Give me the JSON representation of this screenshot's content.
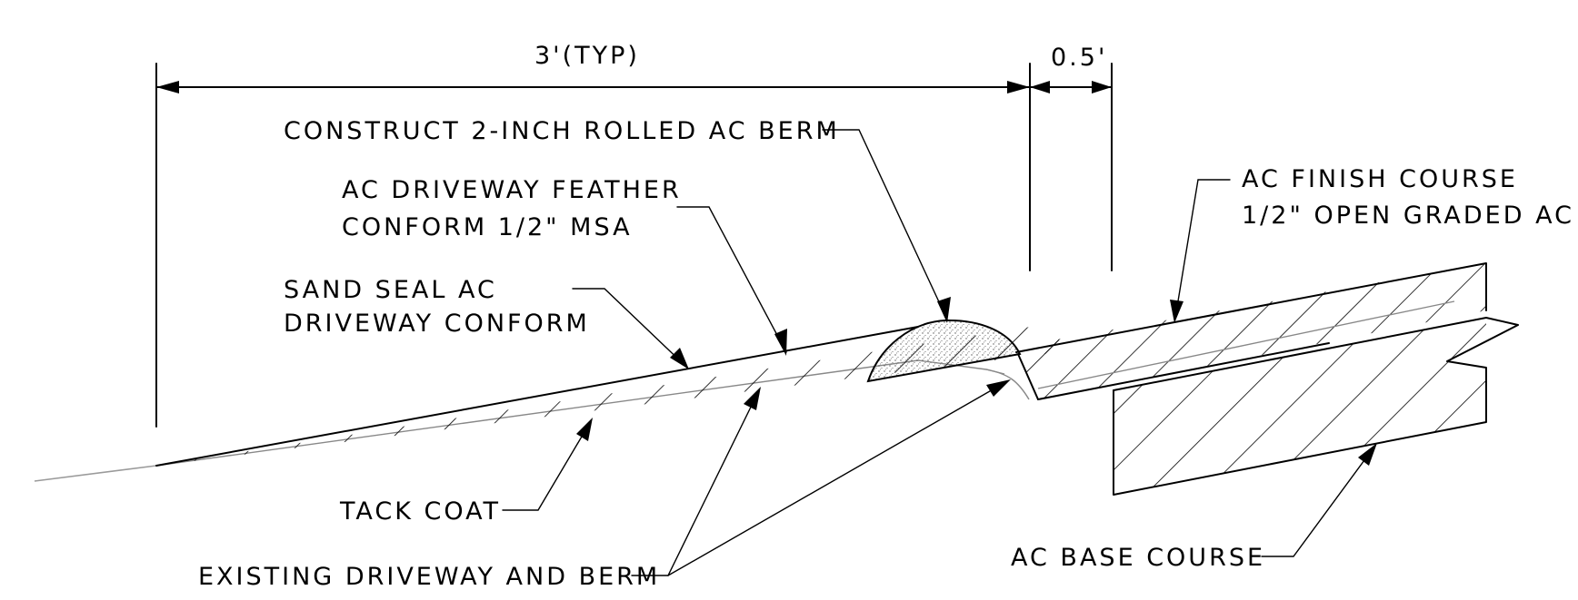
{
  "dimensions": {
    "typical_width": "3'(TYP)",
    "offset_width": "0.5'"
  },
  "callouts": {
    "berm": "CONSTRUCT 2-INCH ROLLED AC BERM",
    "feather_line1": "AC DRIVEWAY FEATHER",
    "feather_line2": "CONFORM 1/2\" MSA",
    "sand_seal_line1": "SAND SEAL AC",
    "sand_seal_line2": "DRIVEWAY CONFORM",
    "tack_coat": "TACK COAT",
    "existing": "EXISTING DRIVEWAY AND BERM",
    "finish_line1": "AC FINISH COURSE",
    "finish_line2": "1/2\" OPEN GRADED AC",
    "base_course": "AC BASE COURSE"
  }
}
